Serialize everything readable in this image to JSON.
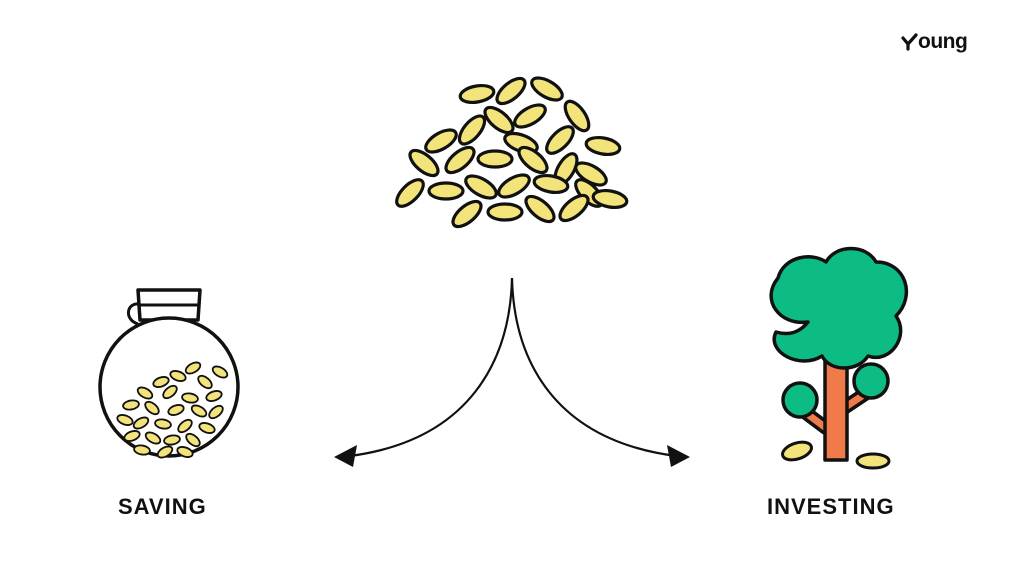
{
  "brand": {
    "logo_text": "oung",
    "logo_mark_icon": "checkmark-y-icon"
  },
  "labels": {
    "saving": "SAVING",
    "investing": "INVESTING"
  },
  "colors": {
    "seed_fill": "#f2e37a",
    "outline": "#111111",
    "tree_canopy": "#0dbb85",
    "tree_trunk": "#f07a4a",
    "background": "#ffffff"
  },
  "icons": {
    "pile": "seed-pile-icon",
    "jar": "seed-jar-icon",
    "tree": "money-tree-icon",
    "arrows": "split-arrow-icon"
  }
}
